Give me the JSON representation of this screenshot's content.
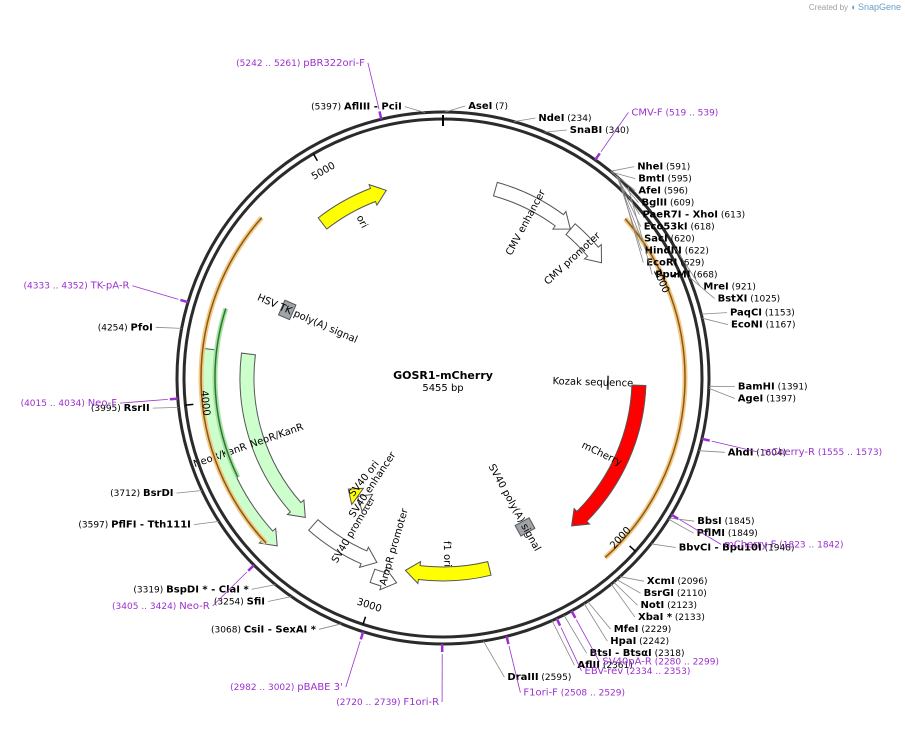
{
  "watermark": {
    "prefix": "Created by",
    "brand": "SnapGene"
  },
  "plasmid": {
    "name": "GOSR1-mCherry",
    "length_label": "5455 bp",
    "total_bp": 5455
  },
  "colors": {
    "backbone": "#2b2b2b",
    "primer": "#9b30d0",
    "ori": "#ffff00",
    "mcherry": "#ff0000",
    "neo": "#ccffcc",
    "white_feature": "#ffffff",
    "orf_orange": "#e0a040",
    "orf_green": "#3a9a3a",
    "gray_box": "#a0a4a8"
  },
  "ticks": [
    {
      "label": "1000",
      "bp": 1000
    },
    {
      "label": "2000",
      "bp": 2000
    },
    {
      "label": "3000",
      "bp": 3000
    },
    {
      "label": "4000",
      "bp": 4000
    },
    {
      "label": "5000",
      "bp": 5000
    }
  ],
  "features": [
    {
      "id": "cmv-enhancer",
      "label": "CMV enhancer",
      "start": 235,
      "end": 614,
      "color": "#ffffff",
      "radius": "inner"
    },
    {
      "id": "cmv-promoter",
      "label": "CMV promoter",
      "start": 615,
      "end": 818,
      "color": "#ffffff",
      "radius": "inner"
    },
    {
      "id": "kozak",
      "label": "Kozak sequence",
      "start": 1384,
      "end": 1393,
      "color": "#ffffff",
      "radius": "tiny"
    },
    {
      "id": "mcherry",
      "label": "mCherry",
      "start": 1396,
      "end": 2106,
      "color": "#ff0000",
      "radius": "inner"
    },
    {
      "id": "sv40-polya",
      "label": "SV40 poly(A) signal",
      "start": 2230,
      "end": 2351,
      "color": "#a0a4a8",
      "radius": "box"
    },
    {
      "id": "f1-ori",
      "label": "f1 ori",
      "start": 2520,
      "end": 2895,
      "color": "#ffff00",
      "radius": "inner"
    },
    {
      "id": "ampr-promoter",
      "label": "AmpR promoter",
      "start": 2921,
      "end": 3025,
      "color": "#ffffff",
      "radius": "middle",
      "reverse": true
    },
    {
      "id": "sv40-promoter",
      "label": "SV40 promoter",
      "start": 3026,
      "end": 3355,
      "color": "#ffffff",
      "radius": "inner",
      "reverse": true
    },
    {
      "id": "sv40-enhancer",
      "label": "SV40 enhancer",
      "start": 3200,
      "end": 3270,
      "color": "#ffffff",
      "radius": "small"
    },
    {
      "id": "sv40-ori",
      "label": "SV40 ori",
      "start": 3270,
      "end": 3340,
      "color": "#ffff00",
      "radius": "small"
    },
    {
      "id": "neor-inner",
      "label": "NeoR/KanR",
      "start": 3404,
      "end": 4198,
      "color": "#ccffcc",
      "radius": "inner",
      "reverse": true
    },
    {
      "id": "neor-outer",
      "label": "NeoR/KanR",
      "start": 3404,
      "end": 4198,
      "color": "#ccffcc",
      "radius": "outer",
      "reverse": true
    },
    {
      "id": "hsv-tk-polya",
      "label": "HSV TK poly(A) signal",
      "start": 4440,
      "end": 4458,
      "color": "#a0a4a8",
      "radius": "box"
    },
    {
      "id": "ori",
      "label": "ori",
      "start": 4880,
      "end": 5200,
      "color": "#ffff00",
      "radius": "inner"
    }
  ],
  "sites_right": [
    {
      "name": "AseI",
      "pos": "(7)",
      "bp": 7
    },
    {
      "name": "NdeI",
      "pos": "(234)",
      "bp": 234
    },
    {
      "name": "SnaBI",
      "pos": "(340)",
      "bp": 340
    },
    {
      "name": "NheI",
      "pos": "(591)",
      "bp": 591
    },
    {
      "name": "BmtI",
      "pos": "(595)",
      "bp": 595
    },
    {
      "name": "AfeI",
      "pos": "(596)",
      "bp": 596
    },
    {
      "name": "BglII",
      "pos": "(609)",
      "bp": 609
    },
    {
      "name": "PaeR7I - XhoI",
      "pos": "(613)",
      "bp": 613
    },
    {
      "name": "Eco53kI",
      "pos": "(618)",
      "bp": 618
    },
    {
      "name": "SacI",
      "pos": "(620)",
      "bp": 620
    },
    {
      "name": "HindIII",
      "pos": "(622)",
      "bp": 622
    },
    {
      "name": "EcoRI",
      "pos": "(629)",
      "bp": 629
    },
    {
      "name": "PpuMI",
      "pos": "(668)",
      "bp": 668
    },
    {
      "name": "MreI",
      "pos": "(921)",
      "bp": 921
    },
    {
      "name": "BstXI",
      "pos": "(1025)",
      "bp": 1025
    },
    {
      "name": "PaqCI",
      "pos": "(1153)",
      "bp": 1153
    },
    {
      "name": "EcoNI",
      "pos": "(1167)",
      "bp": 1167
    },
    {
      "name": "BamHI",
      "pos": "(1391)",
      "bp": 1391
    },
    {
      "name": "AgeI",
      "pos": "(1397)",
      "bp": 1397
    },
    {
      "name": "AhdI",
      "pos": "(1604)",
      "bp": 1604
    },
    {
      "name": "BbsI",
      "pos": "(1845)",
      "bp": 1845
    },
    {
      "name": "PflMI",
      "pos": "(1849)",
      "bp": 1849
    },
    {
      "name": "BbvCI - Bpu10I",
      "pos": "(1948)",
      "bp": 1948
    },
    {
      "name": "XcmI",
      "pos": "(2096)",
      "bp": 2096
    },
    {
      "name": "BsrGI",
      "pos": "(2110)",
      "bp": 2110
    },
    {
      "name": "NotI",
      "pos": "(2123)",
      "bp": 2123
    },
    {
      "name": "XbaI *",
      "pos": "(2133)",
      "bp": 2133
    },
    {
      "name": "MfeI",
      "pos": "(2229)",
      "bp": 2229
    },
    {
      "name": "HpaI",
      "pos": "(2242)",
      "bp": 2242
    },
    {
      "name": "BtsI - BtsαI",
      "pos": "(2318)",
      "bp": 2318
    },
    {
      "name": "AflII",
      "pos": "(2361)",
      "bp": 2361
    },
    {
      "name": "DraIII",
      "pos": "(2595)",
      "bp": 2595
    }
  ],
  "sites_left": [
    {
      "name": "AflIII - PciI",
      "pos": "(5397)",
      "bp": 5397
    },
    {
      "name": "PfoI",
      "pos": "(4254)",
      "bp": 4254
    },
    {
      "name": "RsrII",
      "pos": "(3995)",
      "bp": 3995
    },
    {
      "name": "BsrDI",
      "pos": "(3712)",
      "bp": 3712
    },
    {
      "name": "PflFI - Tth111I",
      "pos": "(3597)",
      "bp": 3597
    },
    {
      "name": "BspDI * - ClaI *",
      "pos": "(3319)",
      "bp": 3319
    },
    {
      "name": "SfiI",
      "pos": "(3254)",
      "bp": 3254
    },
    {
      "name": "CsiI - SexAI *",
      "pos": "(3068)",
      "bp": 3068
    }
  ],
  "primers": [
    {
      "name": "pBR322ori-F",
      "range": "(5242 .. 5261)",
      "bp": 5252
    },
    {
      "name": "CMV-F",
      "range": "(519 .. 539)",
      "bp": 529
    },
    {
      "name": "mCherry-R",
      "range": "(1555 .. 1573)",
      "bp": 1564
    },
    {
      "name": "mCherry-F",
      "range": "(1823 .. 1842)",
      "bp": 1832
    },
    {
      "name": "SV40pA-R",
      "range": "(2280 .. 2299)",
      "bp": 2290
    },
    {
      "name": "EBV-rev",
      "range": "(2334 .. 2353)",
      "bp": 2344
    },
    {
      "name": "F1ori-F",
      "range": "(2508 .. 2529)",
      "bp": 2518
    },
    {
      "name": "F1ori-R",
      "range": "(2720 .. 2739)",
      "bp": 2730
    },
    {
      "name": "pBABE 3'",
      "range": "(2982 .. 3002)",
      "bp": 2992
    },
    {
      "name": "Neo-R",
      "range": "(3405 .. 3424)",
      "bp": 3414
    },
    {
      "name": "Neo-F",
      "range": "(4015 .. 4034)",
      "bp": 4024
    },
    {
      "name": "TK-pA-R",
      "range": "(4333 .. 4352)",
      "bp": 4342
    }
  ]
}
